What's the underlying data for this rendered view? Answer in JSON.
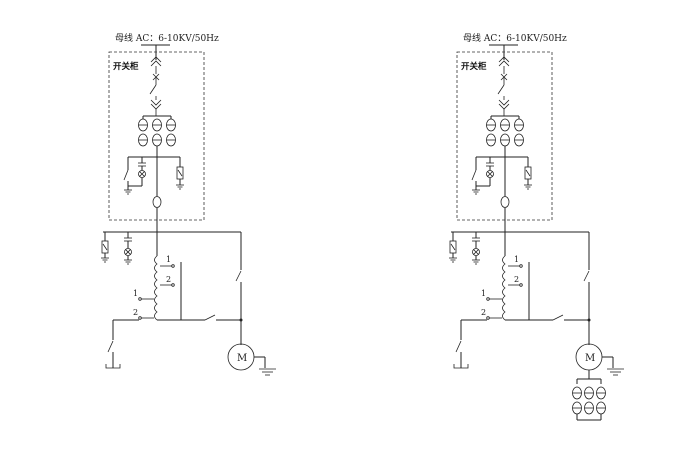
{
  "diagrams": [
    {
      "bus_label": "母线 AC：6-10KV/50Hz",
      "cabinet_label": "开关柜",
      "tap_labels": [
        "1",
        "2",
        "1",
        "2"
      ],
      "motor_label": "M",
      "has_output_ct": false
    },
    {
      "bus_label": "母线 AC：6-10KV/50Hz",
      "cabinet_label": "开关柜",
      "tap_labels": [
        "1",
        "2",
        "1",
        "2"
      ],
      "motor_label": "M",
      "has_output_ct": true
    }
  ]
}
